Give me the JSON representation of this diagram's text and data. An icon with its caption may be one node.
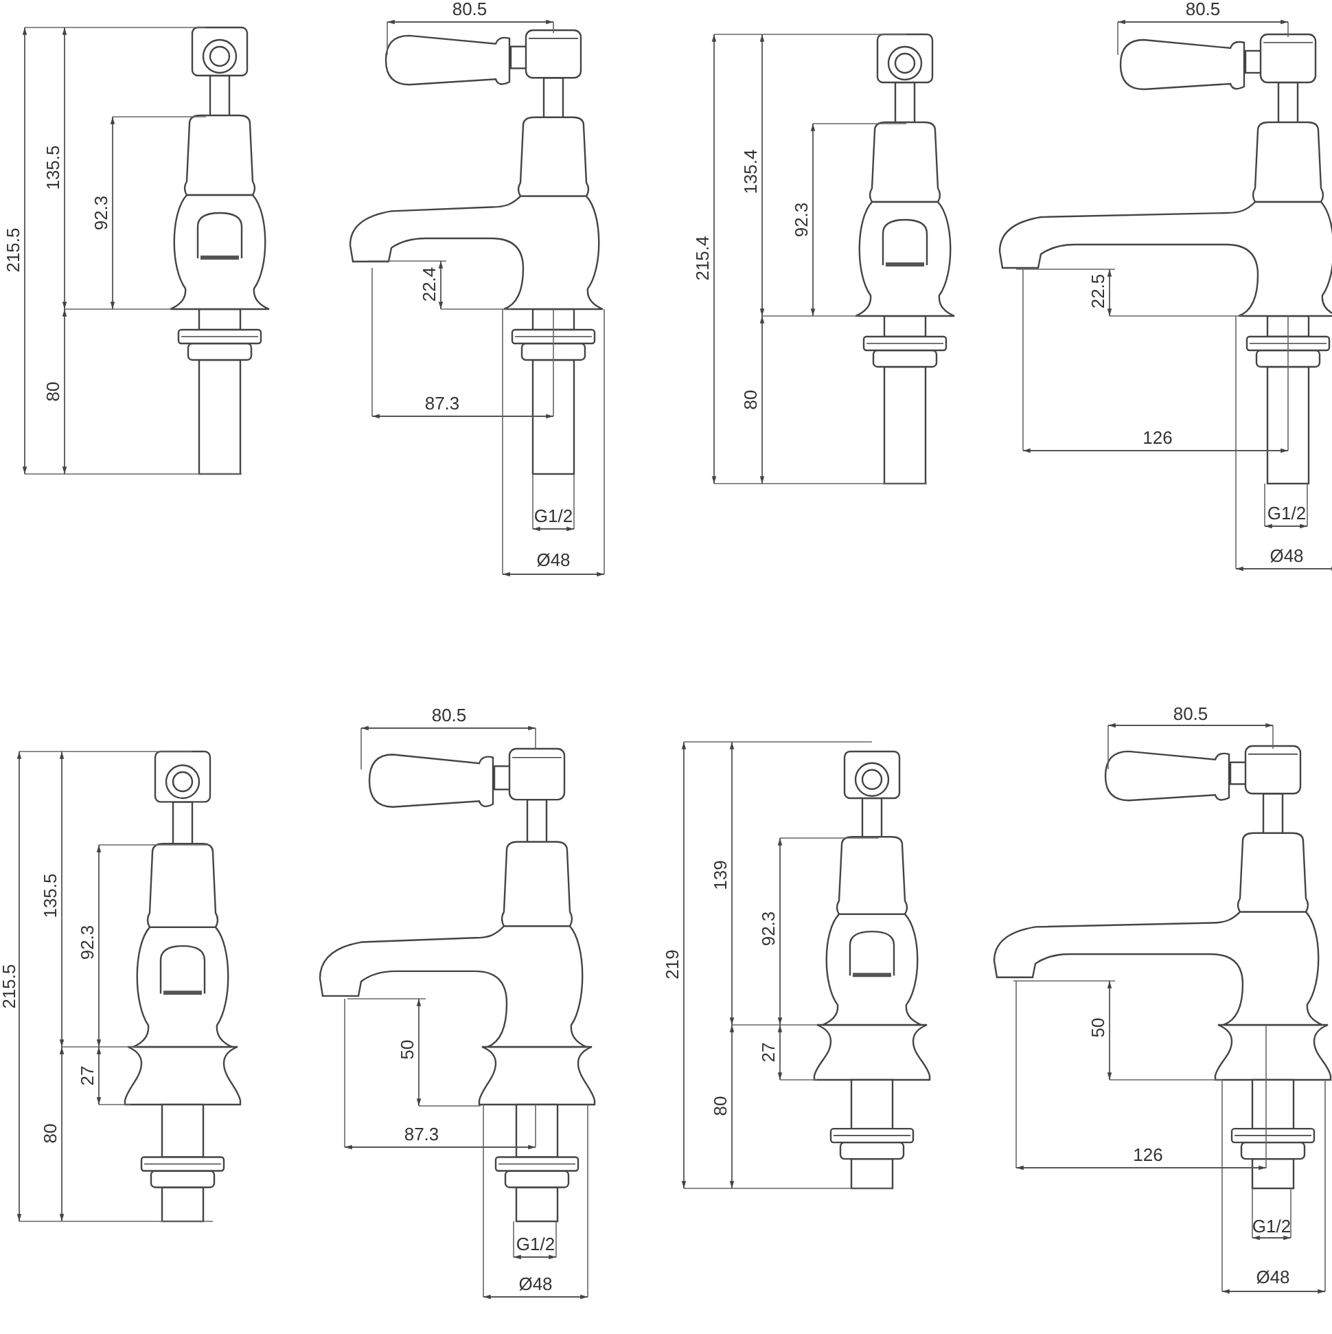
{
  "diagram": {
    "labels": [
      "215.5",
      "135.5",
      "92.3",
      "80",
      "80.5",
      "22.4",
      "87.3",
      "G1/2",
      "Ø48",
      "215.4",
      "135.4",
      "92.3",
      "80",
      "80.5",
      "22.5",
      "126",
      "G1/2",
      "Ø48",
      "215.5",
      "135.5",
      "92.3",
      "27",
      "80",
      "80.5",
      "50",
      "87.3",
      "G1/2",
      "Ø48",
      "219",
      "139",
      "92.3",
      "27",
      "80",
      "80.5",
      "50",
      "126",
      "G1/2",
      "Ø48"
    ]
  }
}
